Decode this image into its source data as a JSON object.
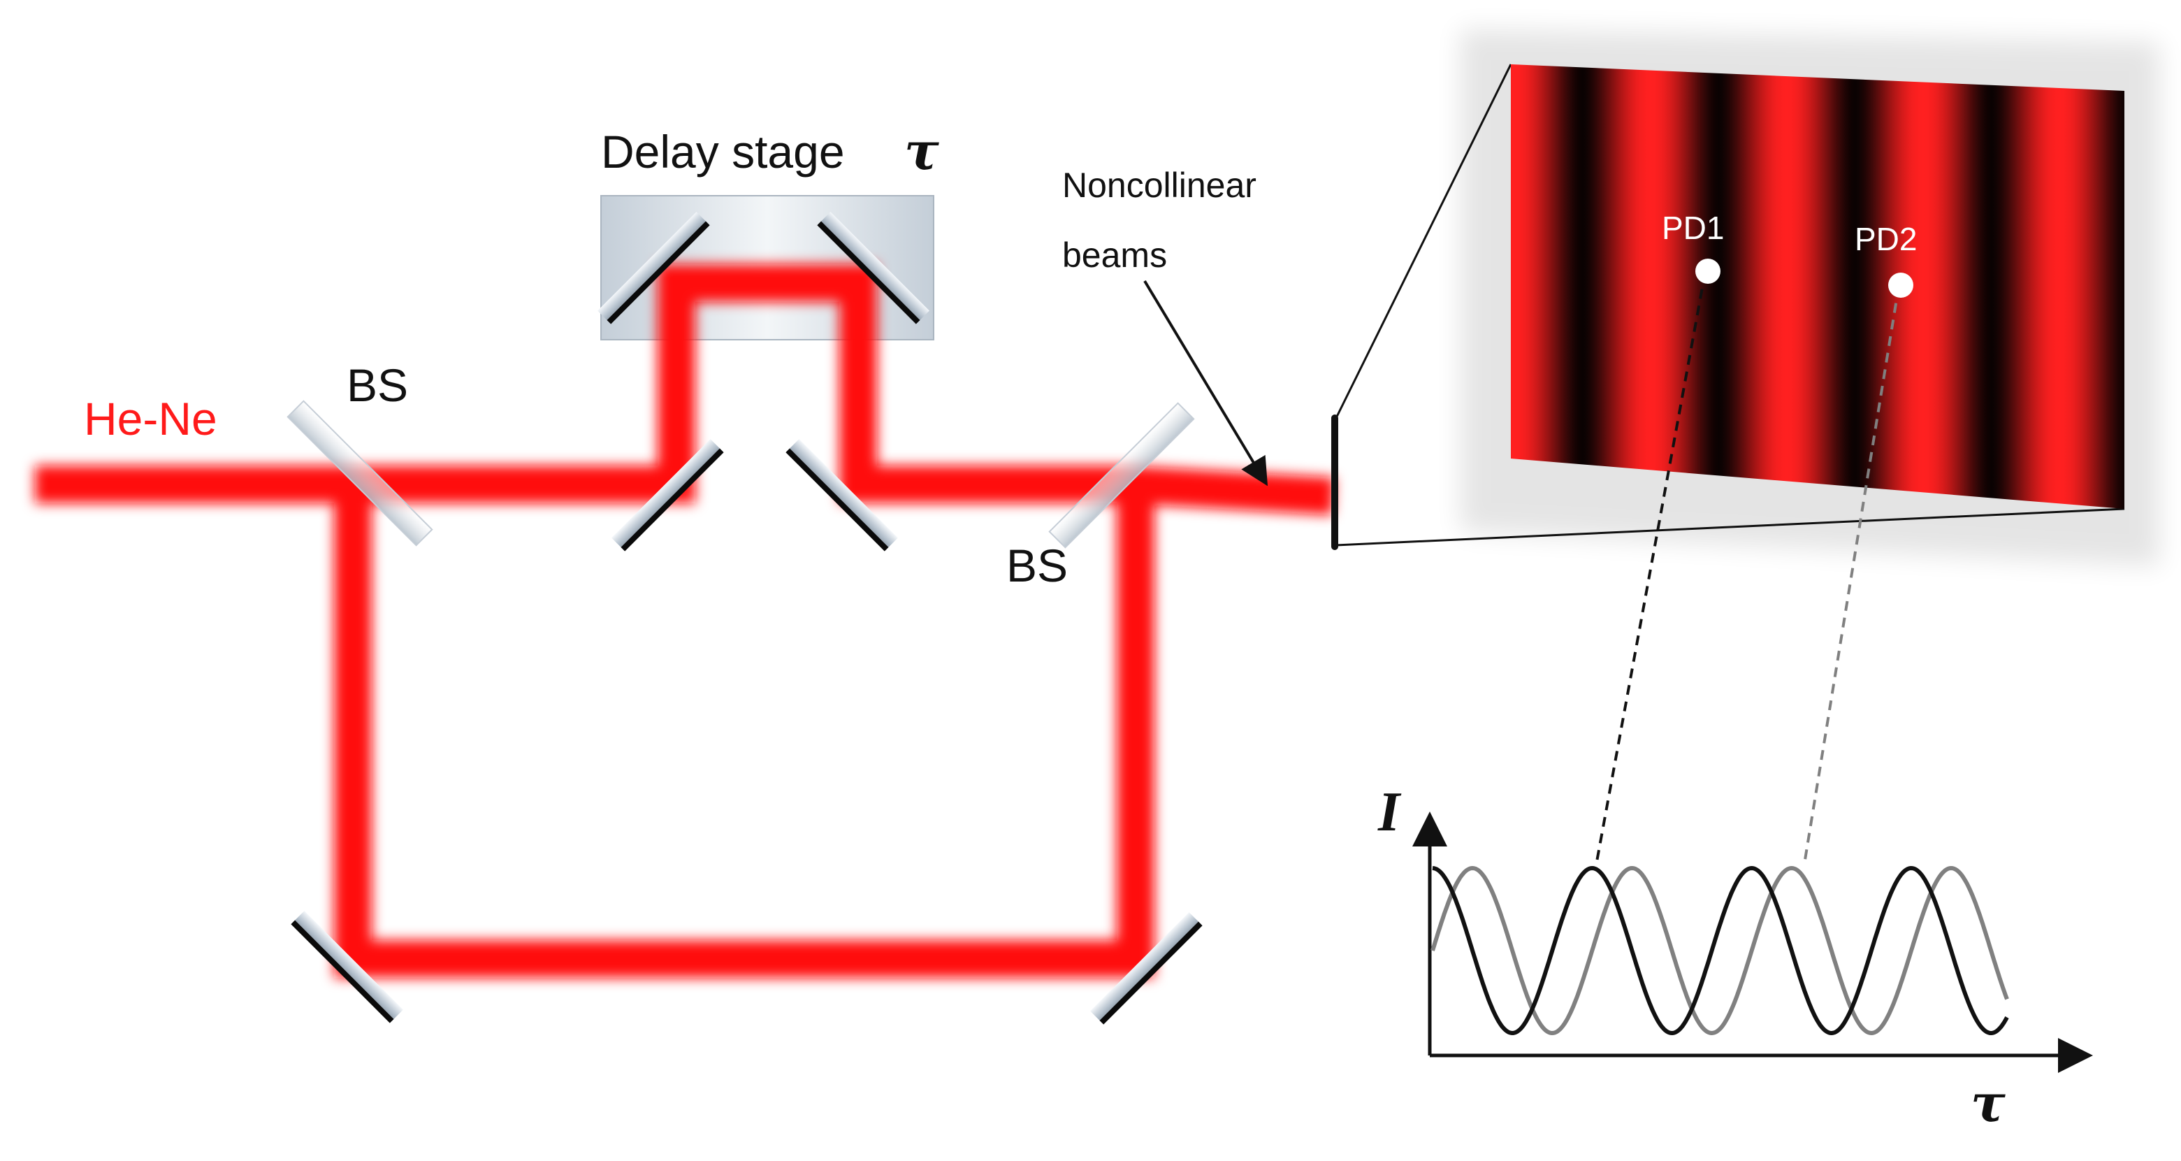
{
  "labels": {
    "laser": "He-Ne",
    "bs_left": "BS",
    "bs_right": "BS",
    "delay_stage": "Delay stage",
    "delay_symbol": "τ",
    "noncollinear_line1": "Noncollinear",
    "noncollinear_line2": "beams",
    "pd1": "PD1",
    "pd2": "PD2",
    "axis_y": "I",
    "axis_x": "τ"
  },
  "colors": {
    "beam": "#ff1010",
    "laser_label": "#ff1a1a",
    "fringe_bright": "#ff2020",
    "fringe_dark": "#0a0202",
    "pd1_curve": "#111111",
    "pd2_curve": "#808080"
  },
  "fringes": {
    "bright_count": 5,
    "dark_count": 4
  },
  "signals": {
    "cycles_shown": 3.6,
    "pd2_phase_offset_cycles": 0.25
  }
}
